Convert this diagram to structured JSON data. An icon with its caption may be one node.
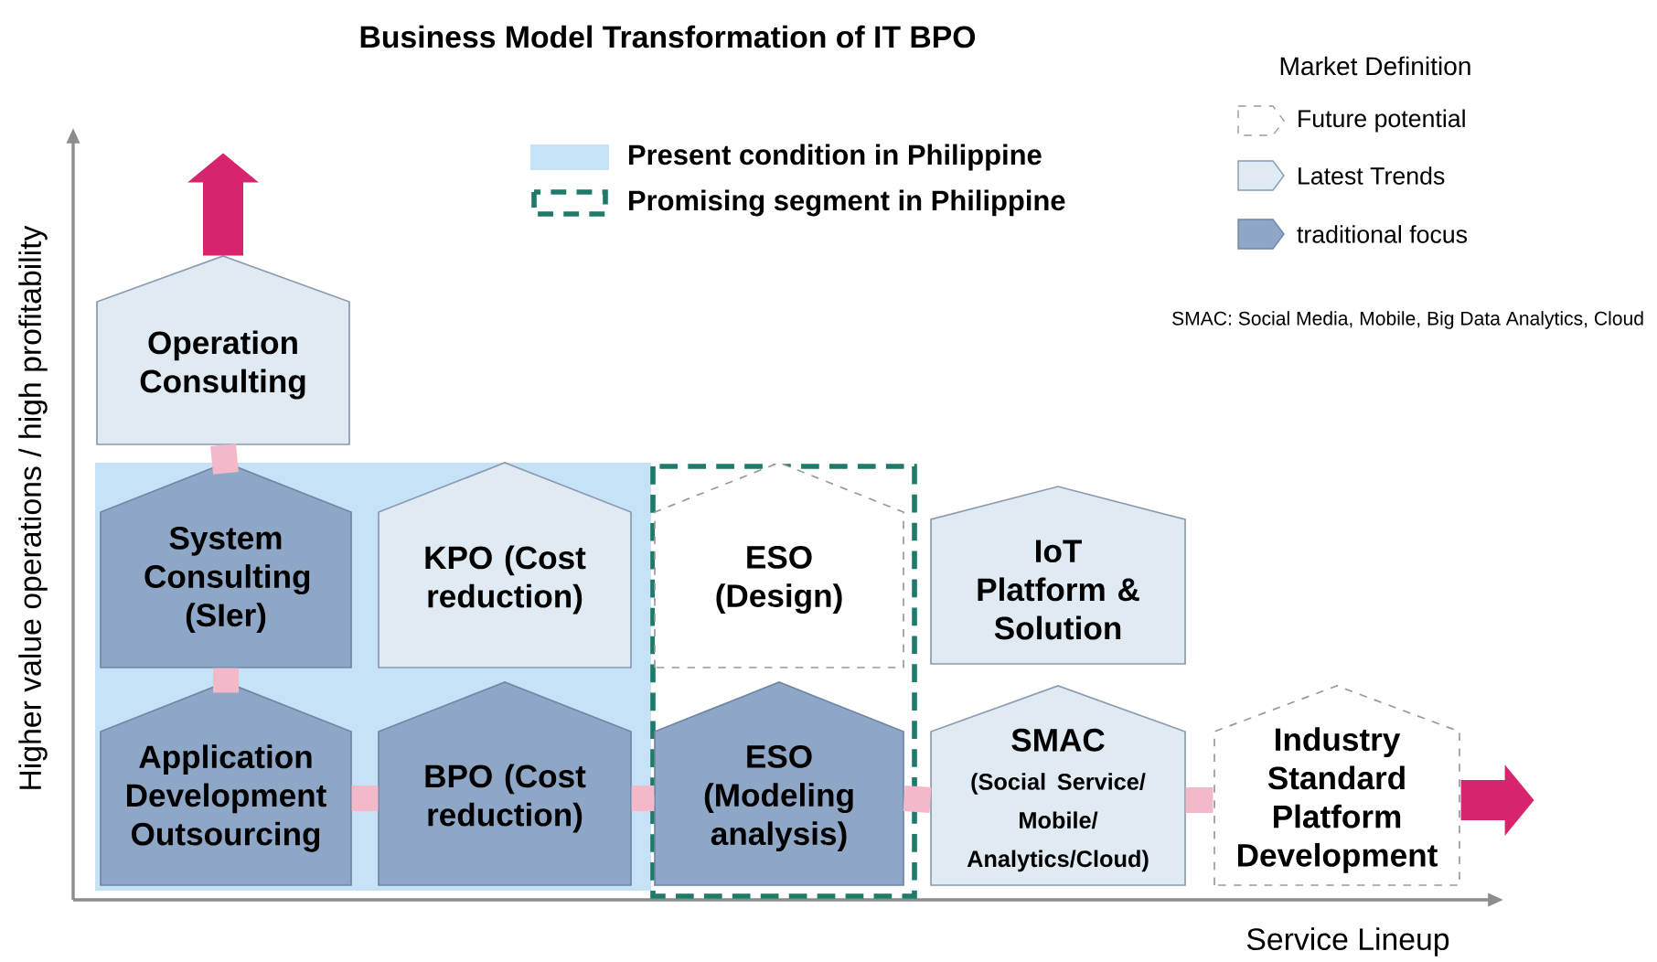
{
  "diagram": {
    "title": "Business Model Transformation of IT BPO",
    "nodes": [
      {
        "text": [
          "Operation Consulting"
        ]
      },
      {
        "text": [
          "System Consulting (SIer)"
        ]
      },
      {
        "text": [
          "KPO (Cost reduction)"
        ]
      },
      {
        "text": [
          "ESO (Design)"
        ]
      },
      {
        "text": [
          "IoT Platform & Solution"
        ]
      },
      {
        "text": [
          "Application Development Outsourcing"
        ]
      },
      {
        "text": [
          "BPO (Cost reduction)"
        ]
      },
      {
        "text": [
          "ESO (Modeling analysis)"
        ]
      },
      {
        "text": [
          "SMAC",
          "(Social Service/Mobile/Analytics/Cloud)"
        ]
      },
      {
        "text": [
          "Industry Standard Platform Development"
        ]
      }
    ],
    "edges": [
      {
        "from": 0,
        "to": null,
        "arrow": "to",
        "color": "#d6246e"
      },
      {
        "from": 0,
        "to": 1,
        "arrow": "none"
      },
      {
        "from": 1,
        "to": 5,
        "arrow": "none"
      },
      {
        "from": 5,
        "to": 6,
        "arrow": "none"
      },
      {
        "from": 6,
        "to": 7,
        "arrow": "none"
      },
      {
        "from": 7,
        "to": 8,
        "arrow": "none"
      },
      {
        "from": 8,
        "to": 9,
        "arrow": "none"
      },
      {
        "from": 9,
        "to": null,
        "arrow": "to",
        "color": "#d6246e"
      }
    ],
    "labels": [
      "Market Definition",
      "SMAC:  Social Media, Mobile, Big Data Analytics, Cloud",
      "Higher value operations / high profitability",
      "Service Lineup"
    ],
    "legend": [
      {
        "text": "Present condition in Philippine",
        "color": "#c5e2f6"
      },
      {
        "text": "Promising segment in Philippine"
      },
      {
        "text": "Future potential"
      },
      {
        "text": "Latest Trends"
      },
      {
        "text": "traditional focus"
      }
    ]
  }
}
